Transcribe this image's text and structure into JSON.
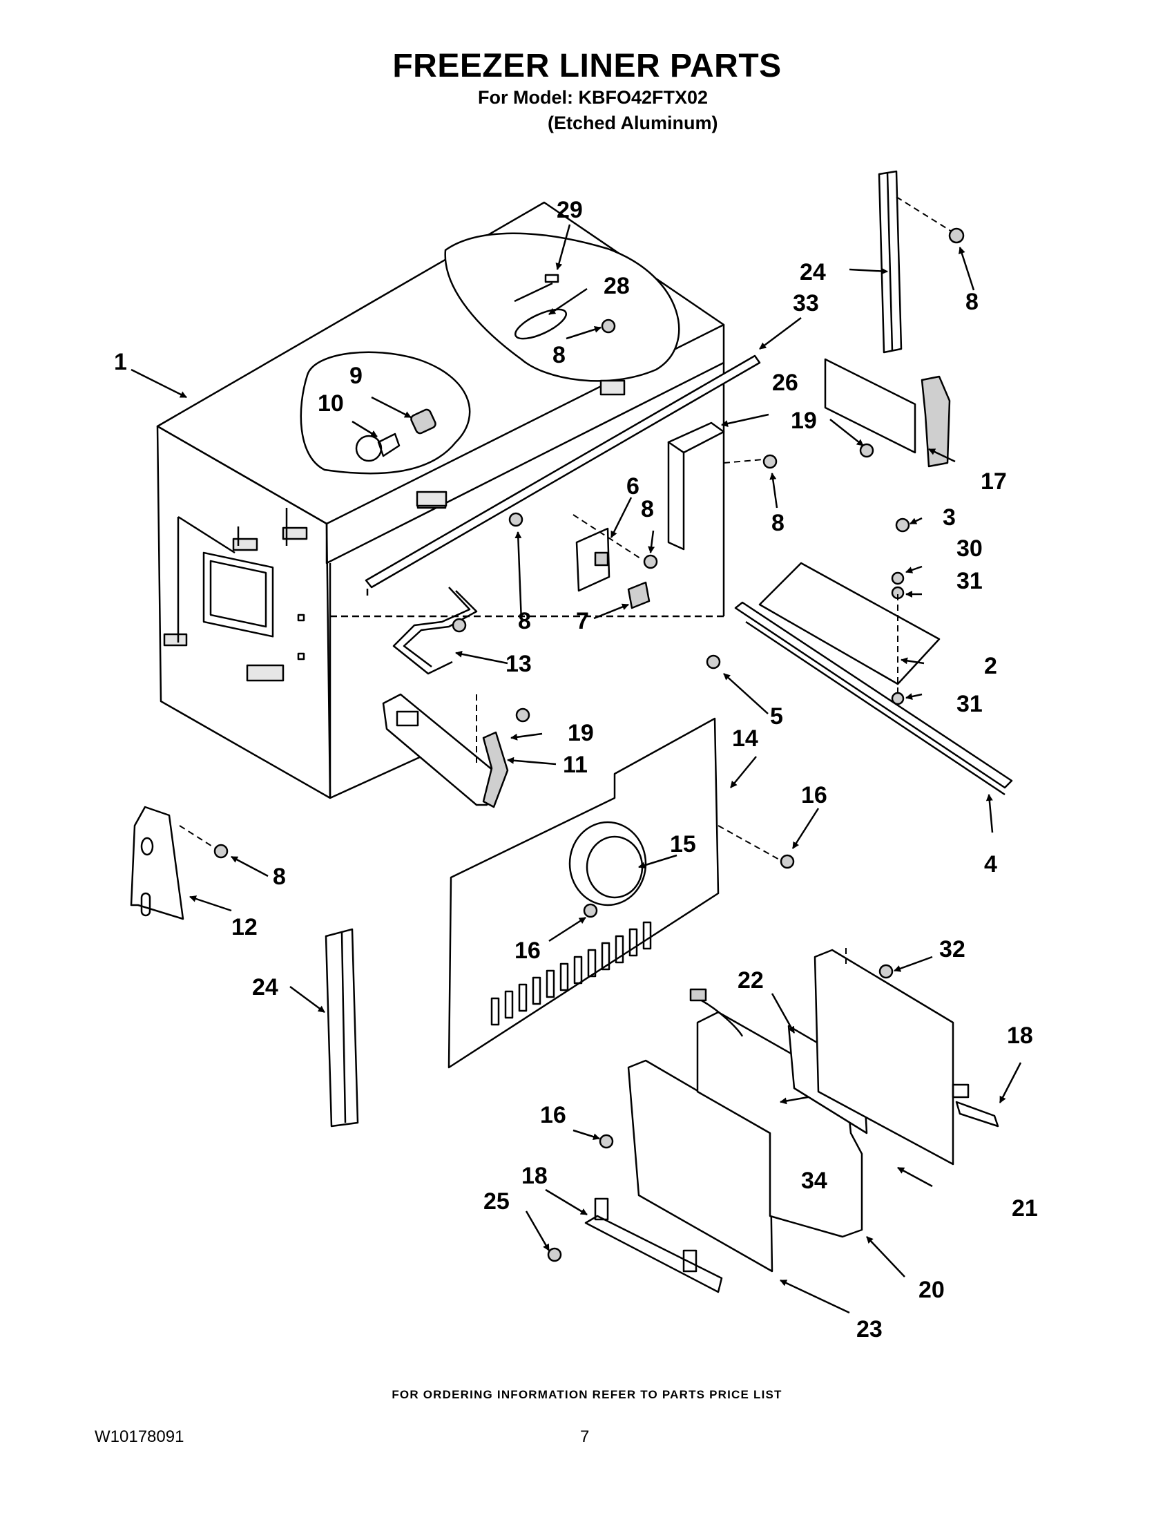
{
  "header": {
    "title": "FREEZER LINER PARTS",
    "model": "For Model: KBFO42FTX02",
    "finish": "(Etched Aluminum)"
  },
  "callouts": {
    "c1": "1",
    "c2": "2",
    "c3": "3",
    "c4": "4",
    "c5": "5",
    "c6": "6",
    "c7": "7",
    "c8a": "8",
    "c8b": "8",
    "c8c": "8",
    "c8d": "8",
    "c8e": "8",
    "c8f": "8",
    "c9": "9",
    "c10": "10",
    "c11": "11",
    "c12": "12",
    "c13": "13",
    "c14": "14",
    "c15": "15",
    "c16a": "16",
    "c16b": "16",
    "c16c": "16",
    "c17": "17",
    "c18a": "18",
    "c18b": "18",
    "c19a": "19",
    "c19b": "19",
    "c20": "20",
    "c21": "21",
    "c22": "22",
    "c23": "23",
    "c24a": "24",
    "c24b": "24",
    "c25": "25",
    "c26": "26",
    "c28": "28",
    "c29": "29",
    "c30": "30",
    "c31a": "31",
    "c31b": "31",
    "c32": "32",
    "c33": "33",
    "c34": "34"
  },
  "footer": {
    "note": "FOR ORDERING INFORMATION REFER TO PARTS PRICE LIST",
    "doc_number": "W10178091",
    "page": "7"
  }
}
